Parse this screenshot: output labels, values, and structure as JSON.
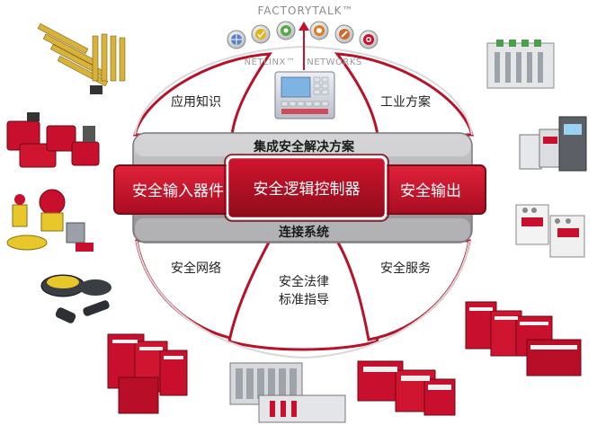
{
  "top": {
    "factorytalk": "FACTORYTALK™",
    "netlinx_left": "NETLINX™",
    "netlinx_right": "NETWORKS"
  },
  "petals": {
    "app_knowledge": "应用知识",
    "industry_solutions": "工业方案",
    "safety_network": "安全网络",
    "safety_law_line1": "安全法律",
    "safety_law_line2": "标准指导",
    "safety_services": "安全服务"
  },
  "center": {
    "integrated_solutions": "集成安全解决方案",
    "safety_input": "安全输入器件",
    "safety_controller": "安全逻辑控制器",
    "safety_output": "安全输出",
    "connection_system": "连接系统"
  },
  "colors": {
    "brand_red": "#c8102e",
    "dark_red": "#8e0c1a",
    "band_gray": "#a9a9ab",
    "band_dark": "#6d6e70",
    "outline_gray": "#c9c9c9"
  },
  "icons": [
    "factorytalk-globe-icon",
    "factorytalk-check-icon",
    "factorytalk-gear-icon",
    "factorytalk-circle-icon",
    "factorytalk-wrench-icon",
    "factorytalk-target-icon"
  ]
}
